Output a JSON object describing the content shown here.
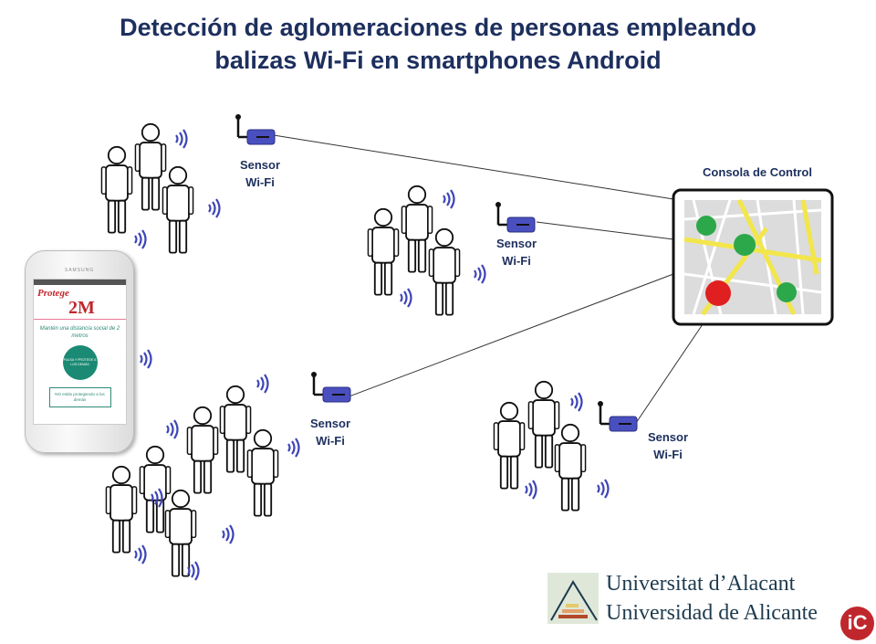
{
  "title": {
    "line1": "Detección de aglomeraciones de personas empleando",
    "line2": "balizas Wi-Fi en smartphones Android"
  },
  "sensors": [
    {
      "line1": "Sensor",
      "line2": "Wi-Fi"
    },
    {
      "line1": "Sensor",
      "line2": "Wi-Fi"
    },
    {
      "line1": "Sensor",
      "line2": "Wi-Fi"
    },
    {
      "line1": "Sensor",
      "line2": "Wi-Fi"
    }
  ],
  "console": {
    "label": "Consola de Control",
    "markers": [
      "green",
      "green",
      "red",
      "green"
    ]
  },
  "phone": {
    "brand": "SAMSUNG",
    "app_name": "Protege",
    "app_logo": "2M",
    "message": "Mantén una distancia social de 2 metros",
    "button": "PULSA Y PROTEGE A LOS DEMÁS",
    "status": "NO estás protegiendo a los demás"
  },
  "logo": {
    "line1": "Universitat d’Alacant",
    "line2": "Universidad de Alicante"
  },
  "watermark": "iC",
  "colors": {
    "title": "#1d2f5e",
    "sensor": "#4a4fc0",
    "marker_green": "#2ca84a",
    "marker_red": "#e02020",
    "road": "#f2e64a"
  }
}
